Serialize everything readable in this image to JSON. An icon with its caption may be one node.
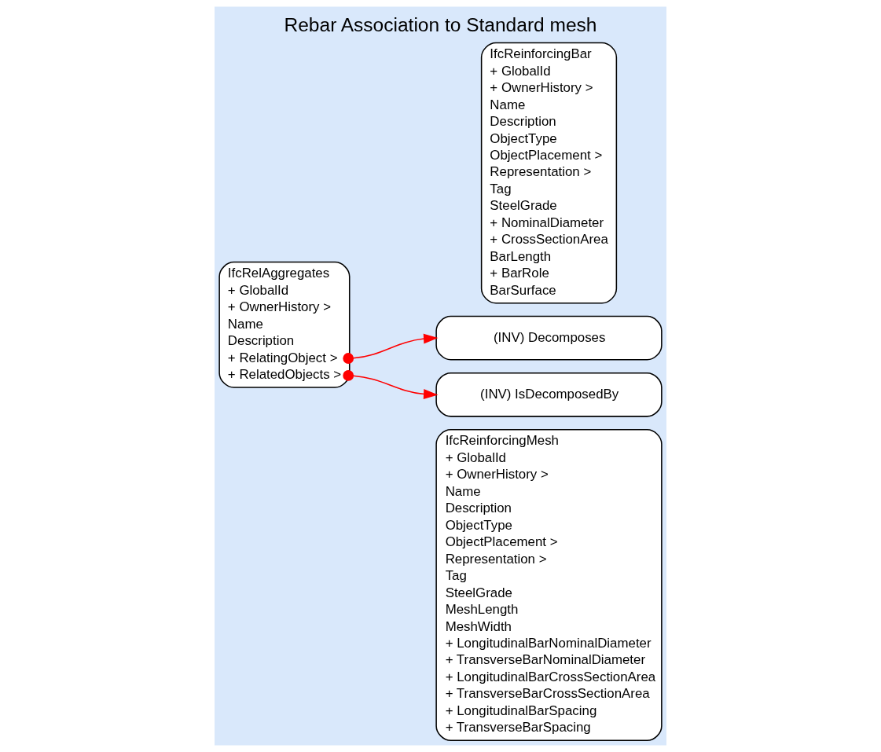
{
  "diagram": {
    "title": "Rebar Association to Standard mesh",
    "nodes": [
      {
        "text": [
          "IfcReinforcingMesh",
          "+ GlobalId",
          "+ OwnerHistory >",
          "Name",
          "Description",
          "ObjectType",
          "ObjectPlacement >",
          "Representation >",
          "Tag",
          "SteelGrade",
          "MeshLength",
          "MeshWidth",
          "+ LongitudinalBarNominalDiameter",
          "+ TransverseBarNominalDiameter",
          "+ LongitudinalBarCrossSectionArea",
          "+ TransverseBarCrossSectionArea",
          "+ LongitudinalBarSpacing",
          "+ TransverseBarSpacing"
        ]
      },
      {
        "text": [
          "(INV) Decomposes"
        ]
      },
      {
        "text": [
          "IfcReinforcingBar",
          "+ GlobalId",
          "+ OwnerHistory >",
          "Name",
          "Description",
          "ObjectType",
          "ObjectPlacement >",
          "Representation >",
          "Tag",
          "SteelGrade",
          "+ NominalDiameter",
          "+ CrossSectionArea",
          "BarLength",
          "+ BarRole",
          "BarSurface"
        ]
      },
      {
        "text": [
          "(INV) IsDecomposedBy"
        ]
      },
      {
        "text": [
          "IfcRelAggregates",
          "+ GlobalId",
          "+ OwnerHistory >",
          "Name",
          "Description",
          "+ RelatingObject >",
          "+ RelatedObjects >"
        ]
      }
    ],
    "edges": [
      {
        "from": 4,
        "to": 1,
        "arrow": "to"
      },
      {
        "from": 4,
        "to": 3,
        "arrow": "to"
      }
    ]
  }
}
